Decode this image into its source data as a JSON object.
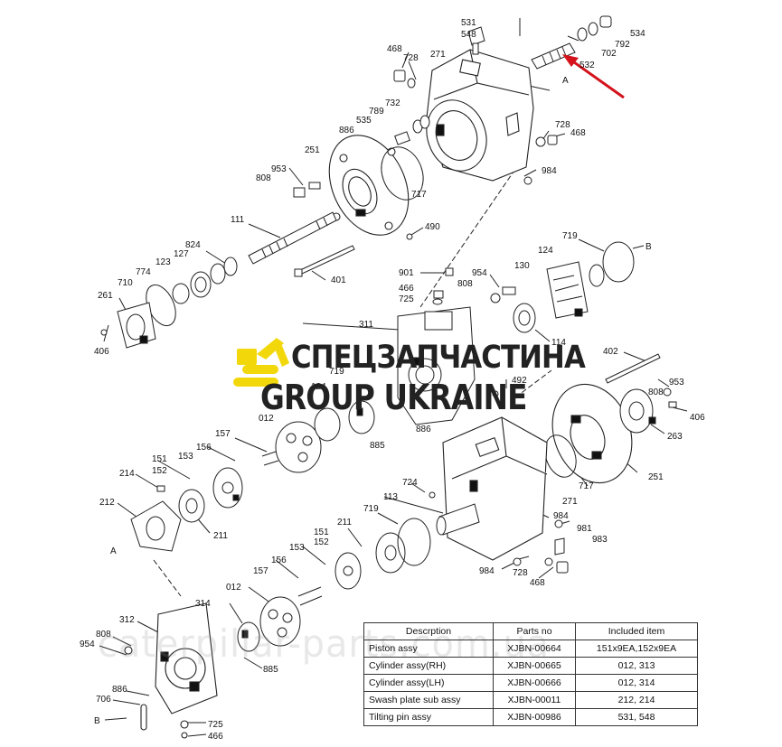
{
  "table": {
    "headers": [
      "Descrption",
      "Parts no",
      "Included item"
    ],
    "rows": [
      [
        "Piston  assy",
        "XJBN-00664",
        "151x9EA,152x9EA"
      ],
      [
        "Cylinder  assy(RH)",
        "XJBN-00665",
        "012, 313"
      ],
      [
        "Cylinder  assy(LH)",
        "XJBN-00666",
        "012, 314"
      ],
      [
        "Swash plate sub assy",
        "XJBN-00011",
        "212, 214"
      ],
      [
        "Tilting pin assy",
        "XJBN-00986",
        "531, 548"
      ]
    ]
  },
  "watermark": {
    "line1": "СПЕЦЗАПЧАСТИНА",
    "line2": "GROUP UKRAINE",
    "site": "caterpillar-parts.com.ua",
    "logo_color": "#f2d80a"
  },
  "arrow_color": "#d4121b",
  "labels": [
    {
      "id": "l531",
      "text": "531"
    },
    {
      "id": "l548",
      "text": "548"
    },
    {
      "id": "l534",
      "text": "534"
    },
    {
      "id": "l792",
      "text": "792"
    },
    {
      "id": "l702",
      "text": "702"
    },
    {
      "id": "l532",
      "text": "532"
    },
    {
      "id": "l468a",
      "text": "468"
    },
    {
      "id": "l728a",
      "text": "728"
    },
    {
      "id": "l271a",
      "text": "271"
    },
    {
      "id": "lA1",
      "text": "A"
    },
    {
      "id": "l732",
      "text": "732"
    },
    {
      "id": "l789",
      "text": "789"
    },
    {
      "id": "l535",
      "text": "535"
    },
    {
      "id": "l886a",
      "text": "886"
    },
    {
      "id": "l728b",
      "text": "728"
    },
    {
      "id": "l468b",
      "text": "468"
    },
    {
      "id": "l251a",
      "text": "251"
    },
    {
      "id": "l953a",
      "text": "953"
    },
    {
      "id": "l808a",
      "text": "808"
    },
    {
      "id": "l984a",
      "text": "984"
    },
    {
      "id": "l717a",
      "text": "717"
    },
    {
      "id": "l111",
      "text": "111"
    },
    {
      "id": "l490",
      "text": "490"
    },
    {
      "id": "l824",
      "text": "824"
    },
    {
      "id": "l127",
      "text": "127"
    },
    {
      "id": "l123a",
      "text": "123"
    },
    {
      "id": "l774",
      "text": "774"
    },
    {
      "id": "l710",
      "text": "710"
    },
    {
      "id": "l261a",
      "text": "261"
    },
    {
      "id": "l406a",
      "text": "406"
    },
    {
      "id": "l401",
      "text": "401"
    },
    {
      "id": "l719a",
      "text": "719"
    },
    {
      "id": "lB1",
      "text": "B"
    },
    {
      "id": "l124a",
      "text": "124"
    },
    {
      "id": "l130",
      "text": "130"
    },
    {
      "id": "l901",
      "text": "901"
    },
    {
      "id": "l954a",
      "text": "954"
    },
    {
      "id": "l466a",
      "text": "466"
    },
    {
      "id": "l808b",
      "text": "808"
    },
    {
      "id": "l725a",
      "text": "725"
    },
    {
      "id": "l311",
      "text": "311"
    },
    {
      "id": "l114",
      "text": "114"
    },
    {
      "id": "l402",
      "text": "402"
    },
    {
      "id": "l953b",
      "text": "953"
    },
    {
      "id": "l808c",
      "text": "808"
    },
    {
      "id": "l406b",
      "text": "406"
    },
    {
      "id": "l263",
      "text": "263"
    },
    {
      "id": "l492",
      "text": "492"
    },
    {
      "id": "l719b",
      "text": "719"
    },
    {
      "id": "l124b",
      "text": "124"
    },
    {
      "id": "l012a",
      "text": "012"
    },
    {
      "id": "l886b",
      "text": "886"
    },
    {
      "id": "l885a",
      "text": "885"
    },
    {
      "id": "l157a",
      "text": "157"
    },
    {
      "id": "l156a",
      "text": "156"
    },
    {
      "id": "l153a",
      "text": "153"
    },
    {
      "id": "l151a",
      "text": "151"
    },
    {
      "id": "l152a",
      "text": "152"
    },
    {
      "id": "l214",
      "text": "214"
    },
    {
      "id": "l212",
      "text": "212"
    },
    {
      "id": "lA2",
      "text": "A"
    },
    {
      "id": "l211a",
      "text": "211"
    },
    {
      "id": "l724",
      "text": "724"
    },
    {
      "id": "l113",
      "text": "113"
    },
    {
      "id": "l717b",
      "text": "717"
    },
    {
      "id": "l251b",
      "text": "251"
    },
    {
      "id": "l271b",
      "text": "271"
    },
    {
      "id": "l984b",
      "text": "984"
    },
    {
      "id": "l981",
      "text": "981"
    },
    {
      "id": "l983",
      "text": "983"
    },
    {
      "id": "l984c",
      "text": "984"
    },
    {
      "id": "l728c",
      "text": "728"
    },
    {
      "id": "l468c",
      "text": "468"
    },
    {
      "id": "l719c",
      "text": "719"
    },
    {
      "id": "l211b",
      "text": "211"
    },
    {
      "id": "l151b",
      "text": "151"
    },
    {
      "id": "l152b",
      "text": "152"
    },
    {
      "id": "l153b",
      "text": "153"
    },
    {
      "id": "l156b",
      "text": "156"
    },
    {
      "id": "l157b",
      "text": "157"
    },
    {
      "id": "l012b",
      "text": "012"
    },
    {
      "id": "l314",
      "text": "314"
    },
    {
      "id": "l312",
      "text": "312"
    },
    {
      "id": "l808d",
      "text": "808"
    },
    {
      "id": "l954b",
      "text": "954"
    },
    {
      "id": "l885b",
      "text": "885"
    },
    {
      "id": "l886c",
      "text": "886"
    },
    {
      "id": "l706",
      "text": "706"
    },
    {
      "id": "lB2",
      "text": "B"
    },
    {
      "id": "l725b",
      "text": "725"
    },
    {
      "id": "l466b",
      "text": "466"
    }
  ]
}
